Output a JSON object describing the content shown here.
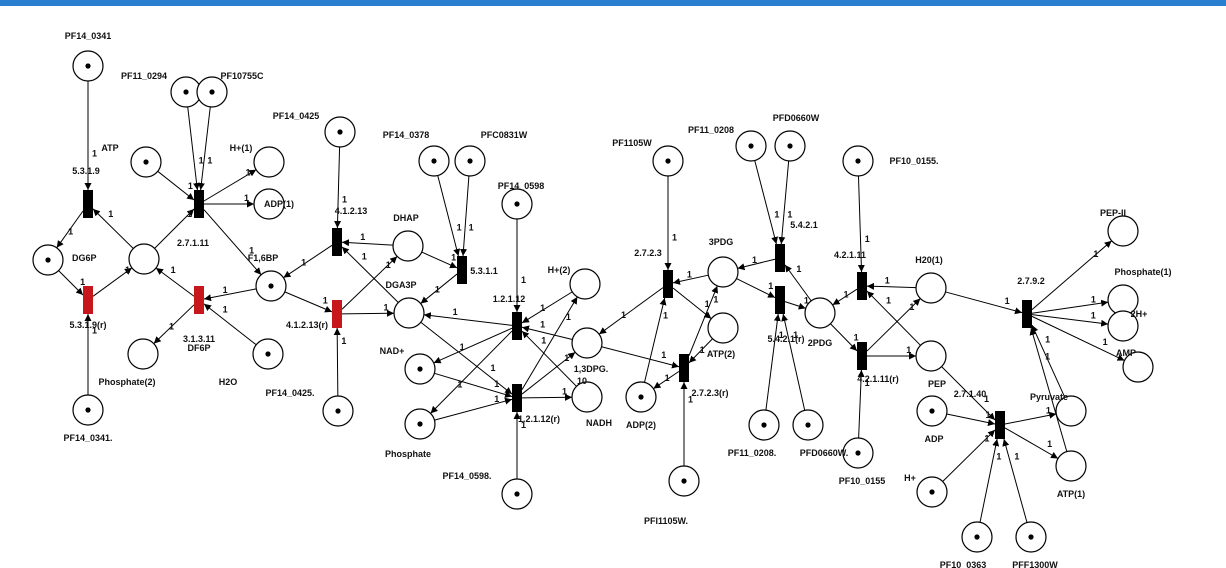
{
  "colors": {
    "transition": "#000000",
    "transition_reversible": "#c8161d",
    "accent_bar": "#2a7fd0"
  },
  "arc_weight": "1",
  "places": [
    {
      "id": "PF14_0341",
      "label": "PF14_0341",
      "token": true
    },
    {
      "id": "PF14_0341b",
      "label": "PF14_0341.",
      "token": true
    },
    {
      "id": "DG6P",
      "label": "DG6P",
      "token": true
    },
    {
      "id": "F6P",
      "label": "",
      "token": false
    },
    {
      "id": "PF11_0294",
      "label": "PF11_0294",
      "token": true
    },
    {
      "id": "PF10755C",
      "label": "PF10755C",
      "token": true
    },
    {
      "id": "ATP",
      "label": "ATP",
      "token": true
    },
    {
      "id": "H1",
      "label": "H+(1)",
      "token": false
    },
    {
      "id": "ADP1",
      "label": "ADP(1)",
      "token": false
    },
    {
      "id": "F16BP",
      "label": "F1,6BP",
      "token": true
    },
    {
      "id": "Phosphate2",
      "label": "Phosphate(2)",
      "token": false
    },
    {
      "id": "H2O",
      "label": "H2O",
      "token": true
    },
    {
      "id": "PF14_0425",
      "label": "PF14_0425",
      "token": true
    },
    {
      "id": "PF14_0425b",
      "label": "PF14_0425.",
      "token": true
    },
    {
      "id": "DHAP",
      "label": "DHAP",
      "token": false
    },
    {
      "id": "DGA3P",
      "label": "DGA3P",
      "token": false
    },
    {
      "id": "PF14_0378",
      "label": "PF14_0378",
      "token": true
    },
    {
      "id": "PFC0831W",
      "label": "PFC0831W",
      "token": true
    },
    {
      "id": "PF14_0598",
      "label": "PF14_0598",
      "token": true
    },
    {
      "id": "PF14_0598b",
      "label": "PF14_0598.",
      "token": true
    },
    {
      "id": "H2",
      "label": "H+(2)",
      "token": false
    },
    {
      "id": "NADplus",
      "label": "NAD+",
      "token": true
    },
    {
      "id": "Phosphate",
      "label": "Phosphate",
      "token": true
    },
    {
      "id": "BPG13",
      "label": "1,3DPG.",
      "token": false
    },
    {
      "id": "NADH",
      "label": "NADH",
      "token": false
    },
    {
      "id": "PF1105W",
      "label": "PF1105W",
      "token": true
    },
    {
      "id": "PFI1105Wb",
      "label": "PFI1105W.",
      "token": true
    },
    {
      "id": "ATP2",
      "label": "ATP(2)",
      "token": false
    },
    {
      "id": "ADP2",
      "label": "ADP(2)",
      "token": true
    },
    {
      "id": "PDG3",
      "label": "3PDG",
      "token": false
    },
    {
      "id": "PF11_0208",
      "label": "PF11_0208",
      "token": true
    },
    {
      "id": "PFD0660W",
      "label": "PFD0660W",
      "token": true
    },
    {
      "id": "PF11_0208b",
      "label": "PF11_0208.",
      "token": true
    },
    {
      "id": "PFD0660Wb",
      "label": "PFD0660W.",
      "token": true
    },
    {
      "id": "PDG2",
      "label": "2PDG",
      "token": false
    },
    {
      "id": "PF10_0155",
      "label": "PF10_0155.",
      "token": true
    },
    {
      "id": "PF10_0155b",
      "label": "PF10_0155",
      "token": true
    },
    {
      "id": "H2O1",
      "label": "H20(1)",
      "token": false
    },
    {
      "id": "PEP",
      "label": "PEP",
      "token": false
    },
    {
      "id": "ADP",
      "label": "ADP",
      "token": true
    },
    {
      "id": "Hplus",
      "label": "H+",
      "token": true
    },
    {
      "id": "PF10_0363",
      "label": "PF10_0363",
      "token": true
    },
    {
      "id": "PFF1300W",
      "label": "PFF1300W",
      "token": true
    },
    {
      "id": "Pyruvate",
      "label": "Pyruvate",
      "token": false
    },
    {
      "id": "ATP1",
      "label": "ATP(1)",
      "token": false
    },
    {
      "id": "PEPII",
      "label": "PEP-II",
      "token": false
    },
    {
      "id": "Phosphate1",
      "label": "Phosphate(1)",
      "token": false
    },
    {
      "id": "H2plus",
      "label": "2H+",
      "token": false
    },
    {
      "id": "AMP",
      "label": "AMP",
      "token": false
    }
  ],
  "transitions": [
    {
      "id": "T5319",
      "label": "5.3.1.9",
      "reversible": false
    },
    {
      "id": "T5319r",
      "label": "5.3.1.9(r)",
      "reversible": true
    },
    {
      "id": "T27111",
      "label": "2.7.1.11",
      "reversible": false
    },
    {
      "id": "T31311",
      "label": "3.1.3.11",
      "reversible": true
    },
    {
      "id": "T41213",
      "label": "4.1.2.13",
      "reversible": false
    },
    {
      "id": "T41213r",
      "label": "4.1.2.13(r)",
      "reversible": true
    },
    {
      "id": "T5311",
      "label": "5.3.1.1",
      "reversible": false
    },
    {
      "id": "T12112",
      "label": "1.2.1.12",
      "reversible": false
    },
    {
      "id": "T12112r",
      "label": "1.2.1.12(r)",
      "reversible": false
    },
    {
      "id": "T2723",
      "label": "2.7.2.3",
      "reversible": false
    },
    {
      "id": "T2723r",
      "label": "2.7.2.3(r)",
      "reversible": false
    },
    {
      "id": "T5421",
      "label": "5.4.2.1",
      "reversible": false
    },
    {
      "id": "T5421r",
      "label": "5.4.2.1(r)",
      "reversible": false
    },
    {
      "id": "T42111",
      "label": "4.2.1.11",
      "reversible": false
    },
    {
      "id": "T42111r",
      "label": "4.2.1.11(r)",
      "reversible": false
    },
    {
      "id": "T27140",
      "label": "2.7.1.40",
      "reversible": false
    },
    {
      "id": "T2792",
      "label": "2.7.9.2",
      "reversible": false
    }
  ],
  "extra_labels": [
    {
      "id": "DF6P",
      "text": "DF6P"
    },
    {
      "id": "n10",
      "text": "10"
    }
  ]
}
